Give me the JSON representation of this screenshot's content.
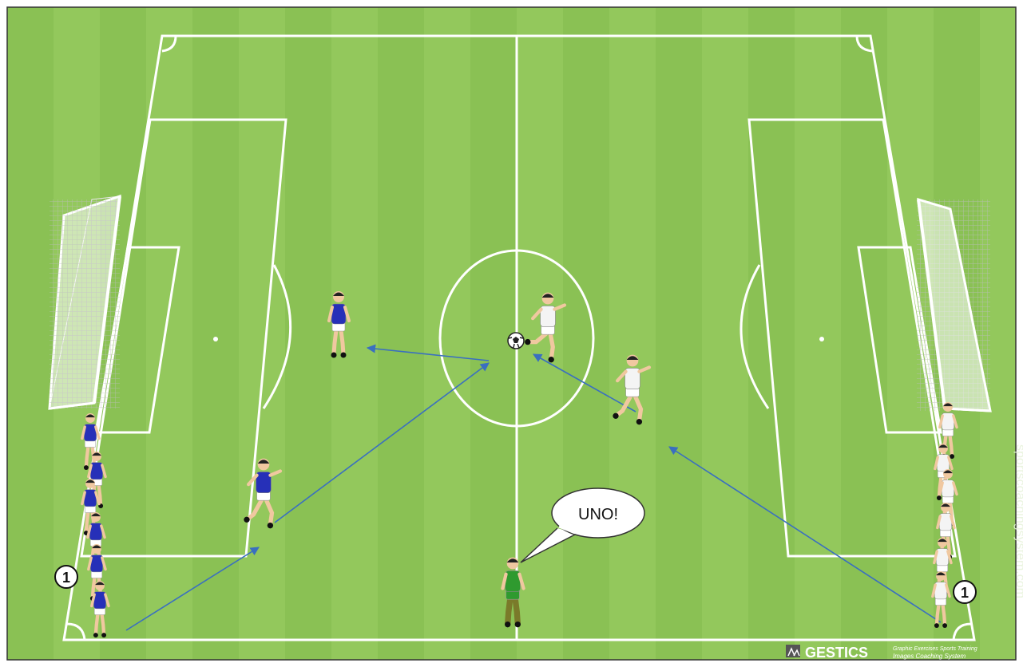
{
  "callout": {
    "text": "UNO!"
  },
  "markers": {
    "left_team": "1",
    "right_team": "1"
  },
  "watermark": {
    "site": "sportscoachingsystem.com"
  },
  "branding": {
    "logo": "GESTICS",
    "tagline_line1": "Graphic Exercises Sports Training",
    "tagline_line2": "Images Coaching System"
  },
  "colors": {
    "grass_light": "#93c85c",
    "grass_dark": "#84bb4e",
    "lines": "#ffffff",
    "team_a": "#2630b8",
    "team_b": "#f4f4f4",
    "coach": "#2f9a2f",
    "arrow": "#3a6fc0",
    "frame": "#333333"
  }
}
